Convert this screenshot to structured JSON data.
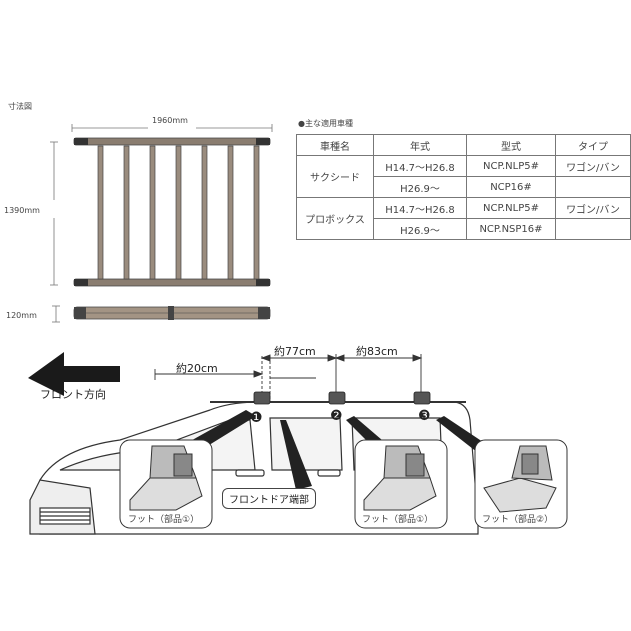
{
  "dimensions": {
    "section_title": "寸法図",
    "width_label": "1960mm",
    "depth_label": "1390mm",
    "height_label": "120mm"
  },
  "compat": {
    "title": "●主な適用車種",
    "headers": [
      "車種名",
      "年式",
      "型式",
      "タイプ"
    ],
    "rows": [
      {
        "name": "サクシード",
        "year": "H14.7〜H26.8",
        "model": "NCP.NLP5#",
        "type": "ワゴン/バン"
      },
      {
        "name": "",
        "year": "H26.9〜",
        "model": "NCP16#",
        "type": ""
      },
      {
        "name": "プロボックス",
        "year": "H14.7〜H26.8",
        "model": "NCP.NLP5#",
        "type": "ワゴン/バン"
      },
      {
        "name": "",
        "year": "H26.9〜",
        "model": "NCP.NSP16#",
        "type": ""
      }
    ]
  },
  "install": {
    "front_direction": "フロント方向",
    "dist_first": "約20cm",
    "dist_second": "約77cm",
    "dist_third": "約83cm",
    "front_door_edge": "フロントドア端部",
    "markers": [
      "❶",
      "❷",
      "❸"
    ],
    "foot_part1": "フット（部品①）",
    "foot_part2": "フット（部品②）"
  }
}
